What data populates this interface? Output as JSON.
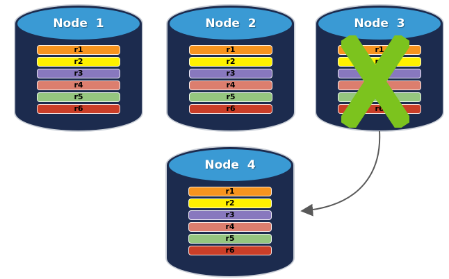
{
  "diagram": {
    "description": "Replicated database nodes with failed node and failover arrow",
    "failure_icon": "failure-x-icon",
    "arrow": {
      "from": "Node  3",
      "to": "Node  4"
    }
  },
  "colors": {
    "cylinder_body": "#1C2B4E",
    "cylinder_top": "#3A9AD4",
    "failure_x": "#7CC31E",
    "arrow": "#595959",
    "row_label": "#000000",
    "title_text": "#FFFFFF"
  },
  "nodes": [
    {
      "title": "Node  1",
      "failed": false,
      "rows": [
        {
          "label": "r1",
          "color": "#F7941E"
        },
        {
          "label": "r2",
          "color": "#FFF100"
        },
        {
          "label": "r3",
          "color": "#8878BE"
        },
        {
          "label": "r4",
          "color": "#DC7E6E"
        },
        {
          "label": "r5",
          "color": "#95C67F"
        },
        {
          "label": "r6",
          "color": "#CA3E28"
        }
      ]
    },
    {
      "title": "Node  2",
      "failed": false,
      "rows": [
        {
          "label": "r1",
          "color": "#F7941E"
        },
        {
          "label": "r2",
          "color": "#FFF100"
        },
        {
          "label": "r3",
          "color": "#8878BE"
        },
        {
          "label": "r4",
          "color": "#DC7E6E"
        },
        {
          "label": "r5",
          "color": "#95C67F"
        },
        {
          "label": "r6",
          "color": "#CA3E28"
        }
      ]
    },
    {
      "title": "Node  3",
      "failed": true,
      "rows": [
        {
          "label": "r1",
          "color": "#F7941E"
        },
        {
          "label": "r2",
          "color": "#FFF100"
        },
        {
          "label": "r3",
          "color": "#8878BE"
        },
        {
          "label": "r4",
          "color": "#DC7E6E"
        },
        {
          "label": "r5",
          "color": "#95C67F"
        },
        {
          "label": "r6",
          "color": "#CA3E28"
        }
      ]
    },
    {
      "title": "Node  4",
      "failed": false,
      "rows": [
        {
          "label": "r1",
          "color": "#F7941E"
        },
        {
          "label": "r2",
          "color": "#FFF100"
        },
        {
          "label": "r3",
          "color": "#8878BE"
        },
        {
          "label": "r4",
          "color": "#DC7E6E"
        },
        {
          "label": "r5",
          "color": "#95C67F"
        },
        {
          "label": "r6",
          "color": "#CA3E28"
        }
      ]
    }
  ]
}
